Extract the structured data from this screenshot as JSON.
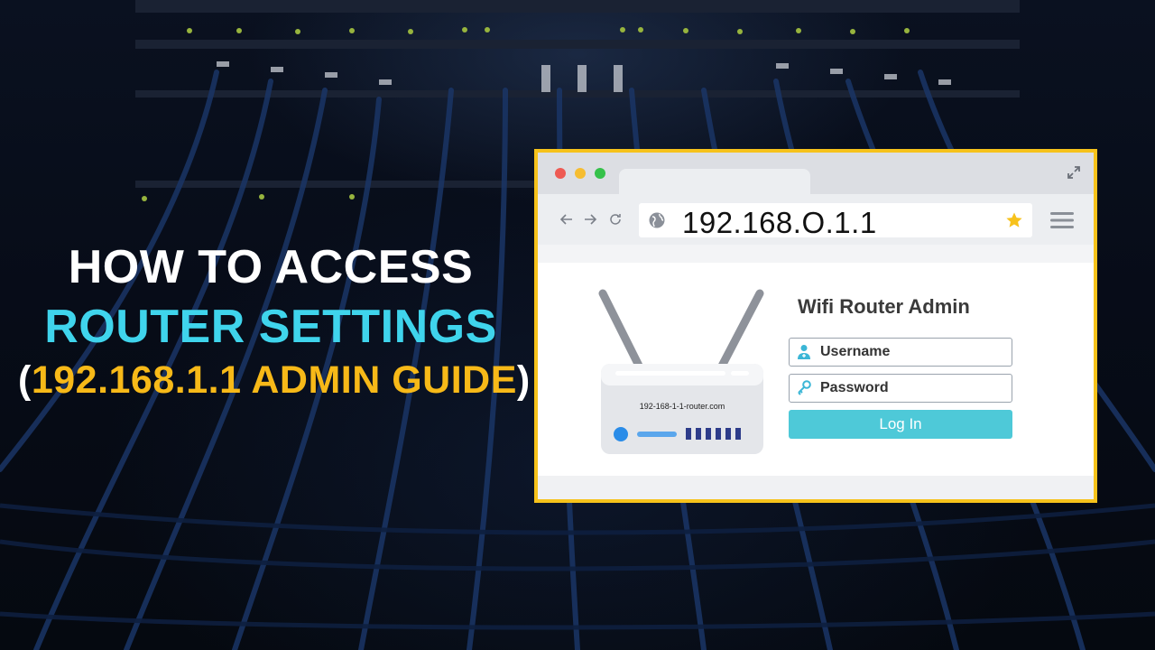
{
  "headline": {
    "line1": "HOW TO ACCESS",
    "line2": "ROUTER SETTINGS",
    "line3_open": "(",
    "line3_highlight": "192.168.1.1 ADMIN GUIDE",
    "line3_close": ")"
  },
  "browser": {
    "url": "192.168.O.1.1",
    "icons": {
      "back": "back-arrow-icon",
      "forward": "forward-arrow-icon",
      "reload": "reload-icon",
      "globe": "globe-icon",
      "bookmark": "star-icon",
      "menu": "hamburger-menu-icon",
      "expand": "expand-icon"
    }
  },
  "router": {
    "label": "192-168-1-1-router.com"
  },
  "login": {
    "title": "Wifi Router Admin",
    "username_label": "Username",
    "password_label": "Password",
    "button_label": "Log In"
  },
  "colors": {
    "accent_cyan": "#3fd4ec",
    "accent_yellow": "#f7b918",
    "frame_yellow": "#f6c21b",
    "login_button": "#4ec9d8"
  }
}
